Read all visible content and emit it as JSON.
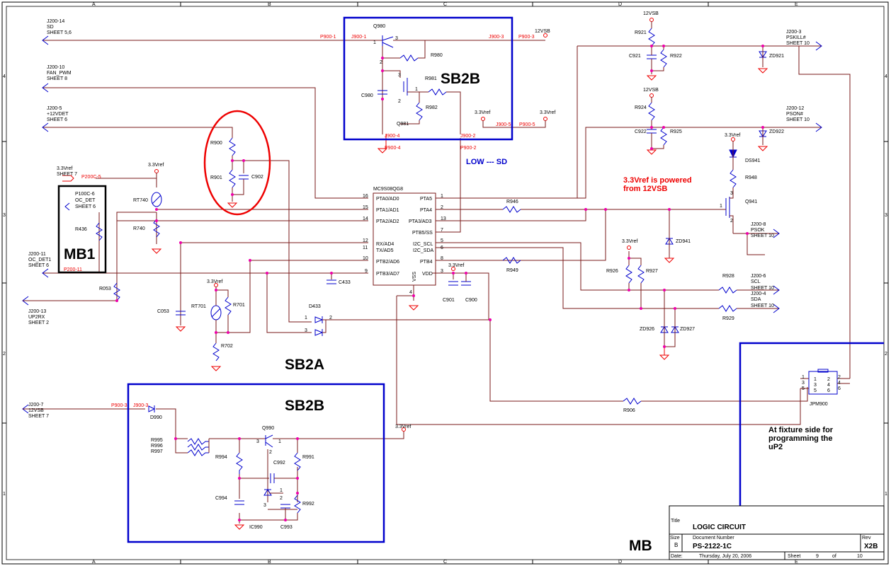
{
  "frame": {
    "columns": [
      "A",
      "B",
      "C",
      "D",
      "E"
    ],
    "rows": [
      "4",
      "3",
      "2",
      "1"
    ]
  },
  "blocks": {
    "sb2b_top": "SB2B",
    "sb2b_bottom": "SB2B",
    "sb2a": "SB2A",
    "mb1": "MB1",
    "mb": "MB"
  },
  "annotations": {
    "low_sd": "LOW --- SD",
    "power_note_1": "3.3Vref is powered",
    "power_note_2": "from 12VSB",
    "fixture_1": "At fixture side for",
    "fixture_2": "programming the",
    "fixture_3": "uP2"
  },
  "offsheet": {
    "j200_14": [
      "J200-14",
      "SD",
      "SHEET 5,6"
    ],
    "j200_10": [
      "J200-10",
      "FAN_PWM",
      "SHEET 8"
    ],
    "j200_5": [
      "J200-5",
      "+12VDET",
      "SHEET 6"
    ],
    "j200_11": [
      "J200-11",
      "OC_DET1",
      "SHEET 6"
    ],
    "j200_13": [
      "J200-13",
      "UP2RX",
      "SHEET 2"
    ],
    "j200_7": [
      "J200-7",
      "12VSB",
      "SHEET 7"
    ],
    "j200_3": [
      "J200-3",
      "PSKILL#",
      "SHEET 10"
    ],
    "j200_12": [
      "J200-12",
      "PSON#",
      "SHEET 10"
    ],
    "j200_8": [
      "J200-8",
      "PSOK",
      "SHEET 10"
    ],
    "j200_6": [
      "J200-6",
      "SCL",
      "SHEET 10"
    ],
    "j200_4": [
      "J200-4",
      "SDA",
      "SHEET 10"
    ],
    "p200c5": [
      "3.3Vref",
      "SHEET 7"
    ],
    "p100c6": [
      "P100C-6",
      "OC_DET",
      "SHEET 6"
    ]
  },
  "nets": {
    "p900_1": "P900-1",
    "j900_1": "J900-1",
    "j900_3": "J900-3",
    "p900_3": "P900-3",
    "j900_4": "J900-4",
    "p900_4": "P900-4",
    "j900_2": "J900-2",
    "p900_2": "P900-2",
    "j900_5": "J900-5",
    "p900_5": "P900-5",
    "p200c5": "P200C-5",
    "p200_11": "P200-11",
    "p900_3b": "P900-3",
    "j900_3b": "J900-3"
  },
  "power": {
    "v12vsb_top": "12VSB",
    "v12vsb_a": "12VSB",
    "v12vsb_b": "12VSB",
    "v33_a": "3.3Vref",
    "v33_b": "3.3Vref",
    "v33_c": "3.3Vref",
    "v33_d": "3.3Vref",
    "v33_e": "3.3Vref",
    "v33_f": "3.3Vref",
    "v33_g": "3.3Vref",
    "v33_h": "3.3Vref"
  },
  "mcu": {
    "name": "MC9S08QG8",
    "left_pins": [
      {
        "num": "16",
        "name": "PTA0/AD0"
      },
      {
        "num": "15",
        "name": "PTA1/AD1"
      },
      {
        "num": "14",
        "name": "PTA2/AD2"
      },
      {
        "num": "12",
        "name": "RX/AD4"
      },
      {
        "num": "11",
        "name": "TX/AD5"
      },
      {
        "num": "10",
        "name": "PTB2/AD6"
      },
      {
        "num": "9",
        "name": "PTB3/AD7"
      }
    ],
    "right_pins": [
      {
        "num": "1",
        "name": "PTA5"
      },
      {
        "num": "2",
        "name": "PTA4"
      },
      {
        "num": "13",
        "name": "PTA3/AD3"
      },
      {
        "num": "7",
        "name": "PTB5/SS"
      },
      {
        "num": "5",
        "name": "I2C_SCL"
      },
      {
        "num": "6",
        "name": "I2C_SDA"
      },
      {
        "num": "8",
        "name": "PTB4"
      },
      {
        "num": "3",
        "name": "VDD"
      }
    ],
    "vss": "VSS",
    "vss_pin": "4"
  },
  "components": {
    "q980": "Q980",
    "r980": "R980",
    "r981": "R981",
    "c980": "C980",
    "r982": "R982",
    "q981": "Q981",
    "r900": "R900",
    "r901": "R901",
    "c902": "C902",
    "rt740": "RT740",
    "r740": "R740",
    "r436": "R436",
    "r053": "R053",
    "c053": "C053",
    "rt701": "RT701",
    "r701": "R701",
    "r702": "R702",
    "c433": "C433",
    "d433": "D433",
    "c901": "C901",
    "c900": "C900",
    "r946": "R946",
    "r949": "R949",
    "r921": "R921",
    "c921": "C921",
    "r922": "R922",
    "zd921": "ZD921",
    "r924": "R924",
    "c922": "C922",
    "r925": "R925",
    "zd922": "ZD922",
    "ds941": "DS941",
    "r948": "R948",
    "q941": "Q941",
    "zd941": "ZD941",
    "r926": "R926",
    "r927": "R927",
    "r928": "R928",
    "r929": "R929",
    "zd926": "ZD926",
    "zd927": "ZD927",
    "r906": "R906",
    "jpm900": "JPM900",
    "d990": "D990",
    "r995": "R995",
    "r996": "R996",
    "r997": "R997",
    "r994": "R994",
    "q990": "Q990",
    "c992": "C992",
    "r991": "R991",
    "c994": "C994",
    "ic990": "IC990",
    "c993": "C993",
    "r992": "R992"
  },
  "jpm_pins": [
    "1",
    "2",
    "3",
    "4",
    "5",
    "6",
    "1",
    "3",
    "5",
    "2",
    "4",
    "6"
  ],
  "pin_nums": {
    "q980_2": "2",
    "q980_1": "1",
    "q980_3": "3",
    "q981_3": "3",
    "q981_1": "1",
    "q981_2": "2",
    "d433_1": "1",
    "d433_3": "3",
    "d433_2": "2",
    "q941_1": "1",
    "q941_2": "2",
    "q941_3": "3",
    "q990_3": "3",
    "q990_1": "1",
    "q990_2": "2",
    "ic_1": "1",
    "ic_2": "2",
    "ic_3": "3"
  },
  "title_block": {
    "title_label": "Title",
    "title": "LOGIC CIRCUIT",
    "size_label": "Size",
    "size": "B",
    "docnum_label": "Document Number",
    "docnum": "PS-2122-1C",
    "rev_label": "Rev",
    "rev": "X2B",
    "date_label": "Date:",
    "date": "Thursday, July 20, 2006",
    "sheet_label": "Sheet",
    "sheet": "9",
    "of_label": "of",
    "total": "10"
  }
}
